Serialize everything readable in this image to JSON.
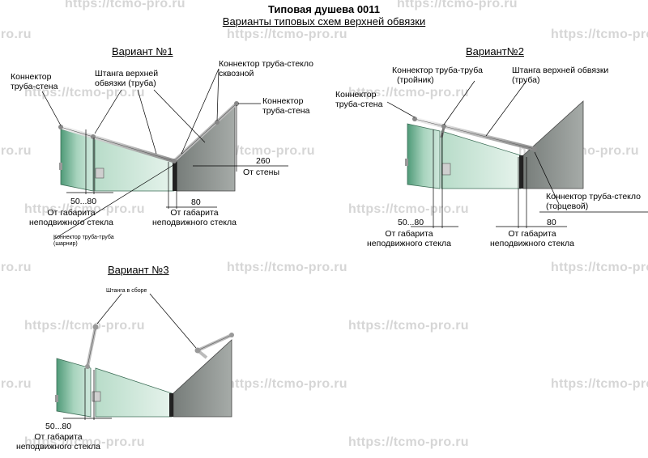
{
  "header": {
    "title": "Типовая душева 0011",
    "subtitle": "Варианты типовых схем верхней обвязки"
  },
  "watermark": "https://tcmo-pro.ru",
  "variants": [
    {
      "heading": "Вариант №1",
      "labels": {
        "wall_connector": [
          "Коннектор",
          "труба-стена"
        ],
        "bar": [
          "Штанга верхней",
          "обвязки (труба)"
        ],
        "glass_connector": [
          "Коннектор труба-стекло",
          "сквозной"
        ],
        "wall_connector_right": [
          "Коннектор",
          "труба-стена"
        ],
        "hinge_connector": [
          "Коннектор труба-труба",
          "(шарнир)"
        ],
        "dim_left": "50...80",
        "dim_left_note": [
          "От габарита",
          "неподвижного стекла"
        ],
        "dim_mid": "80",
        "dim_mid_note": [
          "От габарита",
          "неподвижного стекла"
        ],
        "dim_wall": "260",
        "dim_wall_note": "От стены"
      }
    },
    {
      "heading": "Вариант№2",
      "labels": {
        "tee_connector": [
          "Коннектор труба-труба",
          "(тройник)"
        ],
        "bar": [
          "Штанга верхней обвязки",
          "(труба)"
        ],
        "wall_connector": [
          "Коннектор",
          "труба-стена"
        ],
        "end_connector": [
          "Коннектор труба-стекло",
          "(торцевой)"
        ],
        "dim_left": "50...80",
        "dim_left_note": [
          "От габарита",
          "неподвижного стекла"
        ],
        "dim_mid": "80",
        "dim_mid_note": [
          "От габарита",
          "неподвижного стекла"
        ]
      }
    },
    {
      "heading": "Вариант №3",
      "labels": {
        "assembly": "Штанга в сборе",
        "dim_left": "50...80",
        "dim_left_note": [
          "От габарита",
          "неподвижного стекла"
        ]
      }
    }
  ]
}
